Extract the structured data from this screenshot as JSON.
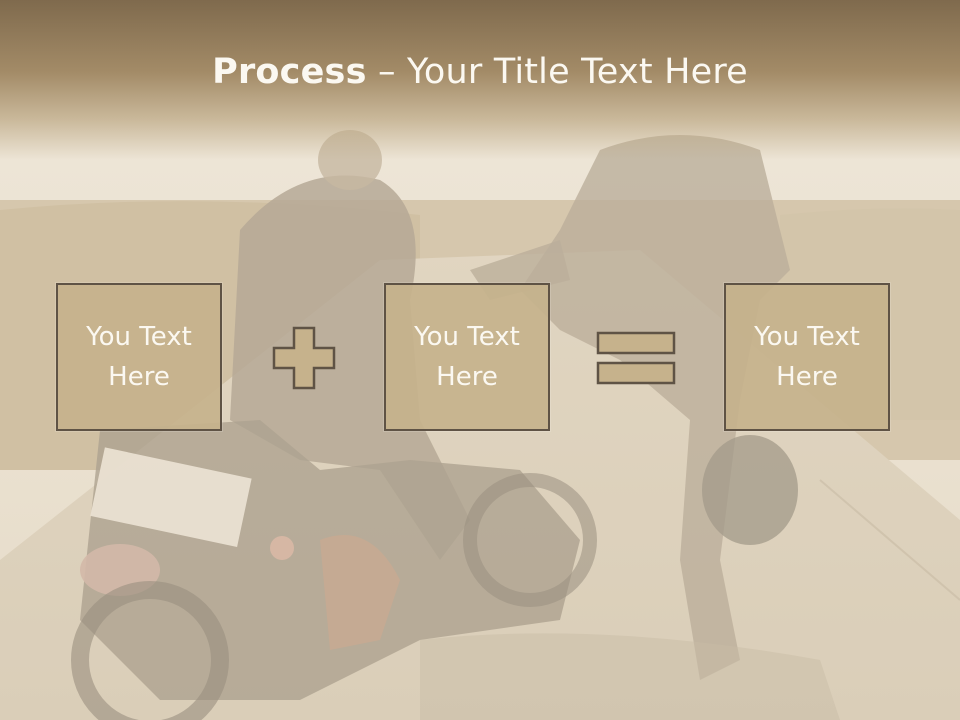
{
  "slide": {
    "title_bold": "Process",
    "title_dash": " – ",
    "title_rest": "Your Title Text Here",
    "box1_text": "You Text Here",
    "box2_text": "You Text Here",
    "box3_text": "You Text Here",
    "plus_icon": "plus-icon",
    "equals_icon": "equals-icon",
    "colors": {
      "header": "#8c7656",
      "box_fill": "#c6b28c",
      "box_border": "#5f5345",
      "text": "#fbf8f1"
    }
  }
}
